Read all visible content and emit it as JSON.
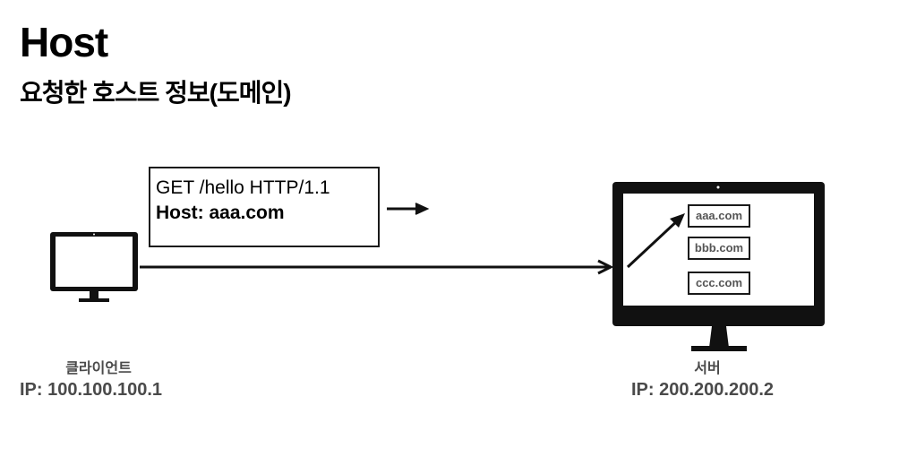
{
  "title": "Host",
  "subtitle": "요청한 호스트 정보(도메인)",
  "request": {
    "request_line": "GET /hello HTTP/1.1",
    "host_line": "Host: aaa.com"
  },
  "client": {
    "name": "클라이언트",
    "ip": "IP: 100.100.100.1"
  },
  "server": {
    "name": "서버",
    "ip": "IP: 200.200.200.2",
    "domains": [
      "aaa.com",
      "bbb.com",
      "ccc.com"
    ]
  }
}
